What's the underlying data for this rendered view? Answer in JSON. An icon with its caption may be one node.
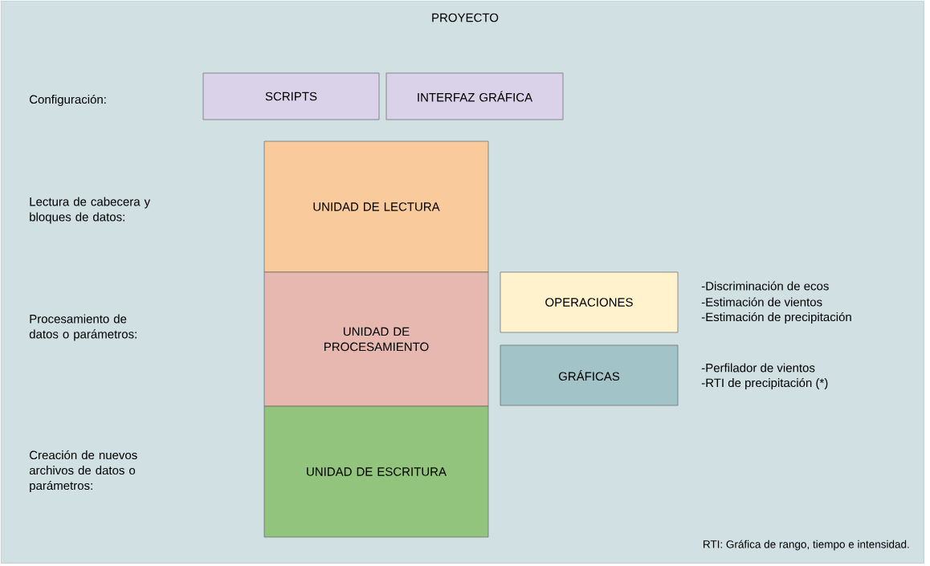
{
  "diagram": {
    "nodes": [
      {
        "text": [
          "PROYECTO"
        ]
      },
      {
        "text": [
          "SCRIPTS"
        ],
        "in": 0
      },
      {
        "text": [
          "INTERFAZ GRÁFICA"
        ],
        "in": 0
      },
      {
        "text": [
          "UNIDAD DE LECTURA"
        ],
        "in": 0
      },
      {
        "text": [
          "UNIDAD DE PROCESAMIENTO"
        ],
        "in": 0
      },
      {
        "text": [
          "UNIDAD DE ESCRITURA"
        ],
        "in": 0
      },
      {
        "text": [
          "OPERACIONES"
        ],
        "in": 0,
        "beside": [
          "-Discriminación de ecos",
          "-Estimación de vientos",
          "-Estimación de precipitación"
        ]
      },
      {
        "text": [
          "GRÁFICAS"
        ],
        "in": 0,
        "beside": [
          "-Perfilador de vientos",
          "-RTI de precipitación (*)"
        ]
      }
    ],
    "labels": [
      "Configuración:",
      "Lectura de cabecera y bloques de datos:",
      "Procesamiento de datos o parámetros:",
      "Creación de nuevos archivos de datos o parámetros:",
      "RTI: Gráfica de rango, tiempo e intensidad."
    ]
  }
}
